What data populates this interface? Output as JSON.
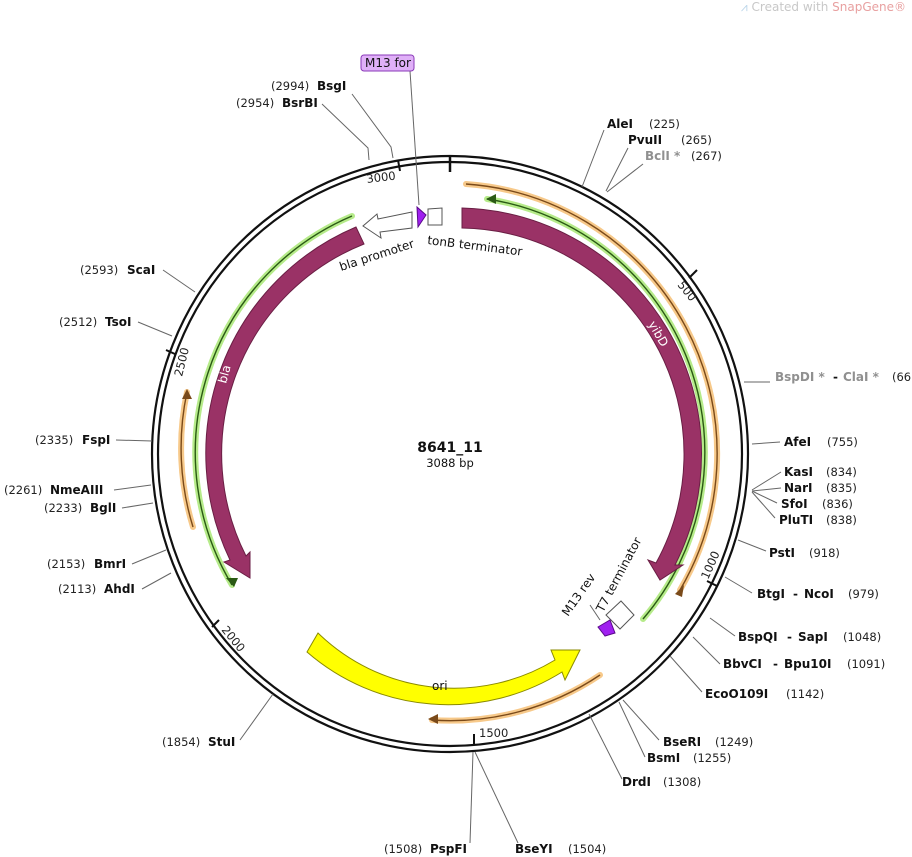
{
  "watermark": {
    "prefix": "Created with",
    "brand": "SnapGene®"
  },
  "plasmid": {
    "name": "8641_11",
    "size": "3088 bp"
  },
  "ticks": [
    "500",
    "1000",
    "1500",
    "2000",
    "2500",
    "3000"
  ],
  "features": {
    "bla_promoter": "bla promoter",
    "tonB": "tonB terminator",
    "yibD": "yibD",
    "bla": "bla",
    "ori": "ori",
    "m13rev": "M13 rev",
    "t7": "T7 terminator",
    "m13for": "M13 for"
  },
  "sites": {
    "BsgI": {
      "name": "BsgI",
      "pos": "(2994)"
    },
    "BsrBI": {
      "name": "BsrBI",
      "pos": "(2954)"
    },
    "AleI": {
      "name": "AleI",
      "pos": "(225)"
    },
    "PvuII": {
      "name": "PvuII",
      "pos": "(265)"
    },
    "BclI": {
      "name": "BclI *",
      "pos": "(267)"
    },
    "BspDI": {
      "name": "BspDI *",
      "sep": "-",
      "name2": "ClaI *",
      "pos": "(66"
    },
    "ScaI": {
      "name": "ScaI",
      "pos": "(2593)"
    },
    "TsoI": {
      "name": "TsoI",
      "pos": "(2512)"
    },
    "AfeI": {
      "name": "AfeI",
      "pos": "(755)"
    },
    "KasI": {
      "name": "KasI",
      "pos": "(834)"
    },
    "NarI": {
      "name": "NarI",
      "pos": "(835)"
    },
    "SfoI": {
      "name": "SfoI",
      "pos": "(836)"
    },
    "PluTI": {
      "name": "PluTI",
      "pos": "(838)"
    },
    "FspI": {
      "name": "FspI",
      "pos": "(2335)"
    },
    "NmeAIII": {
      "name": "NmeAIII",
      "pos": "(2261)"
    },
    "BglI": {
      "name": "BglI",
      "pos": "(2233)"
    },
    "PstI": {
      "name": "PstI",
      "pos": "(918)"
    },
    "BmrI": {
      "name": "BmrI",
      "pos": "(2153)"
    },
    "AhdI": {
      "name": "AhdI",
      "pos": "(2113)"
    },
    "BtgI": {
      "name": "BtgI",
      "sep": "-",
      "name2": "NcoI",
      "pos": "(979)"
    },
    "BspQI": {
      "name": "BspQI",
      "sep": "-",
      "name2": "SapI",
      "pos": "(1048)"
    },
    "BbvCI": {
      "name": "BbvCI",
      "sep": "-",
      "name2": "Bpu10I",
      "pos": "(1091)"
    },
    "EcoO109I": {
      "name": "EcoO109I",
      "pos": "(1142)"
    },
    "StuI": {
      "name": "StuI",
      "pos": "(1854)"
    },
    "BseRI": {
      "name": "BseRI",
      "pos": "(1249)"
    },
    "BsmI": {
      "name": "BsmI",
      "pos": "(1255)"
    },
    "DrdI": {
      "name": "DrdI",
      "pos": "(1308)"
    },
    "PspFI": {
      "name": "PspFI",
      "pos": "(1508)"
    },
    "BseYI": {
      "name": "BseYI",
      "pos": "(1504)"
    }
  },
  "colors": {
    "backbone": "#111111",
    "cds": "#9a3266",
    "ori": "#ffff00",
    "primer": "#a020f0",
    "primer_box": "#e0b0f8",
    "orange_halo": "#f7c98a",
    "green_halo": "#b6eb8a"
  }
}
